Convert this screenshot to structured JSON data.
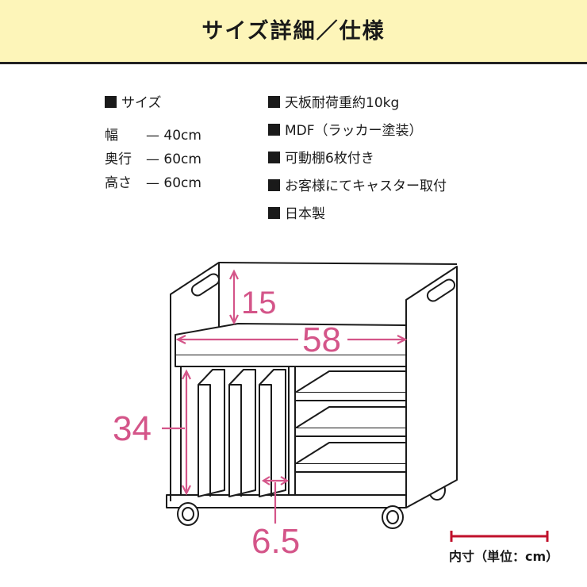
{
  "header": {
    "title": "サイズ詳細／仕様"
  },
  "size": {
    "heading": "サイズ",
    "rows": [
      {
        "label": "幅",
        "value": "— 40cm"
      },
      {
        "label": "奥行",
        "value": "— 60cm"
      },
      {
        "label": "高さ",
        "value": "— 60cm"
      }
    ]
  },
  "specs": [
    "天板耐荷重約10kg",
    "MDF（ラッカー塗装）",
    "可動棚6枚付き",
    "お客様にてキャスター取付",
    "日本製"
  ],
  "diagram": {
    "labels": {
      "top_height": "15",
      "width": "58",
      "side_height": "34",
      "divider_gap": "6.5"
    },
    "accent_color": "#d45589"
  },
  "legend": {
    "text": "内寸（単位：cm）",
    "color": "#c0102b"
  }
}
